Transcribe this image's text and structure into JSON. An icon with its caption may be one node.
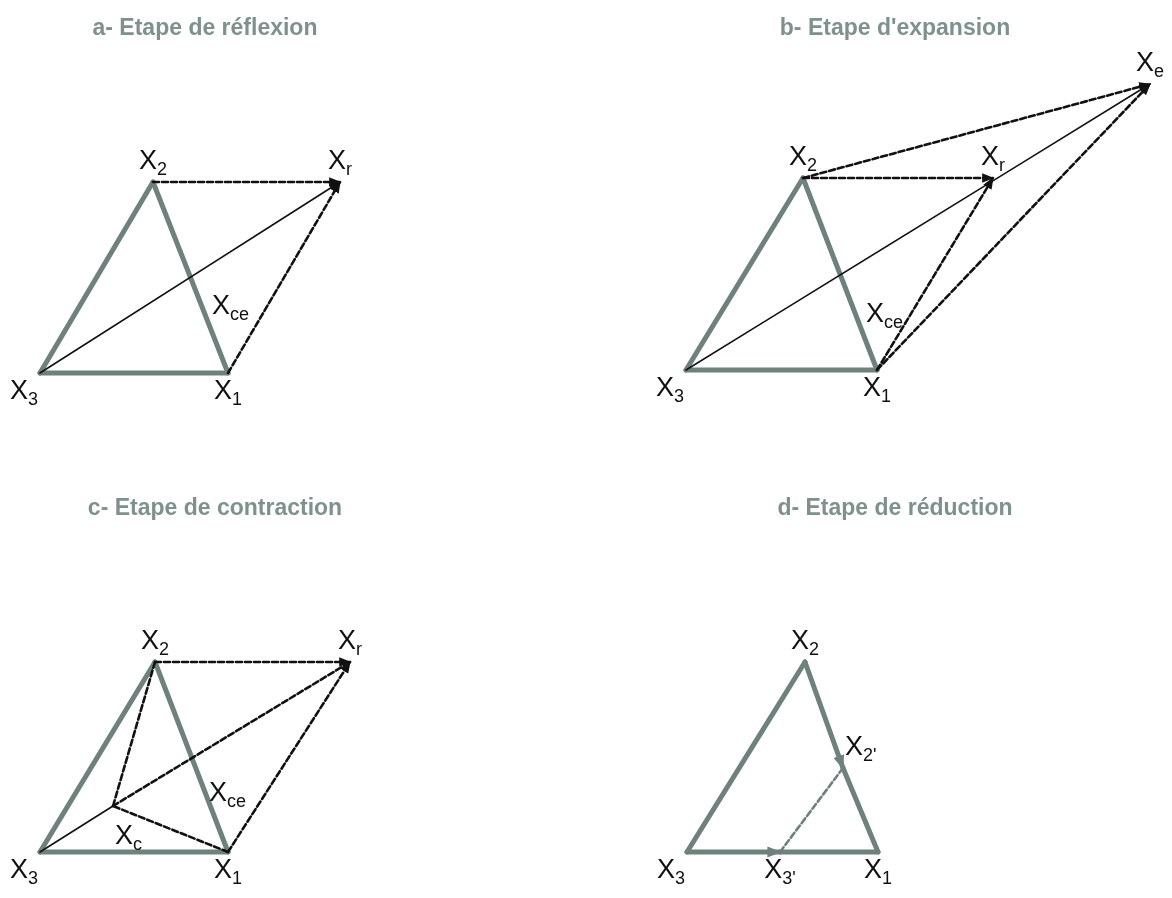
{
  "diagram": {
    "nodes": [
      {
        "text": [
          "X$_{2}$"
        ]
      },
      {
        "text": [
          "X$_{r}$"
        ]
      },
      {
        "text": [
          "X$_{ce}$"
        ]
      },
      {
        "text": [
          "X$_{3}$"
        ]
      },
      {
        "text": [
          "X$_{1}$"
        ]
      },
      {
        "text": [
          "X$_{e}$"
        ]
      },
      {
        "text": [
          "X$_{2}$"
        ]
      },
      {
        "text": [
          "X$_{r}$"
        ]
      },
      {
        "text": [
          "X$_{ce}$"
        ]
      },
      {
        "text": [
          "X$_{3}$"
        ]
      },
      {
        "text": [
          "X$_{1}$"
        ]
      },
      {
        "text": [
          "X$_{2}$"
        ]
      },
      {
        "text": [
          "X$_{r}$"
        ]
      },
      {
        "text": [
          "X$_{ce}$"
        ]
      },
      {
        "text": [
          "X$_{c}$"
        ]
      },
      {
        "text": [
          "X$_{3}$"
        ]
      },
      {
        "text": [
          "X$_{1}$"
        ]
      },
      {
        "text": [
          "X$_{2}$"
        ]
      },
      {
        "text": [
          "X$_{2'}$"
        ]
      },
      {
        "text": [
          "X$_{3}$"
        ]
      },
      {
        "text": [
          "X$_{3'}$"
        ]
      },
      {
        "text": [
          "X$_{1}$"
        ]
      }
    ],
    "edges": [
      {
        "from": 0,
        "to": 3,
        "arrow": "none",
        "style": "thick",
        "color": "#6f817d"
      },
      {
        "from": 3,
        "to": 4,
        "arrow": "none",
        "style": "thick",
        "color": "#6f817d"
      },
      {
        "from": 4,
        "to": 0,
        "arrow": "none",
        "style": "thick",
        "color": "#6f817d"
      },
      {
        "from": 3,
        "to": 1,
        "arrow": "to",
        "color": "#111111"
      },
      {
        "from": 0,
        "to": 1,
        "arrow": "to",
        "style": "dashed",
        "color": "#111111"
      },
      {
        "from": 4,
        "to": 1,
        "arrow": "to",
        "style": "dashed",
        "color": "#111111"
      },
      {
        "from": 6,
        "to": 9,
        "arrow": "none",
        "style": "thick",
        "color": "#6f817d"
      },
      {
        "from": 9,
        "to": 10,
        "arrow": "none",
        "style": "thick",
        "color": "#6f817d"
      },
      {
        "from": 10,
        "to": 6,
        "arrow": "none",
        "style": "thick",
        "color": "#6f817d"
      },
      {
        "from": 9,
        "to": 5,
        "arrow": "to",
        "color": "#111111"
      },
      {
        "from": 6,
        "to": 7,
        "arrow": "to",
        "style": "dashed",
        "color": "#111111"
      },
      {
        "from": 10,
        "to": 7,
        "arrow": "to",
        "style": "dashed",
        "color": "#111111"
      },
      {
        "from": 6,
        "to": 5,
        "arrow": "to",
        "style": "dashed",
        "color": "#111111"
      },
      {
        "from": 10,
        "to": 5,
        "arrow": "to",
        "style": "dashed",
        "color": "#111111"
      },
      {
        "from": 11,
        "to": 15,
        "arrow": "none",
        "style": "thick",
        "color": "#6f817d"
      },
      {
        "from": 15,
        "to": 16,
        "arrow": "none",
        "style": "thick",
        "color": "#6f817d"
      },
      {
        "from": 16,
        "to": 11,
        "arrow": "none",
        "style": "thick",
        "color": "#6f817d"
      },
      {
        "from": 11,
        "to": 12,
        "arrow": "to",
        "style": "dashed",
        "color": "#111111"
      },
      {
        "from": 16,
        "to": 12,
        "arrow": "to",
        "style": "dashed",
        "color": "#111111"
      },
      {
        "from": 14,
        "to": 12,
        "arrow": "none",
        "style": "dashed",
        "color": "#111111"
      },
      {
        "from": 15,
        "to": 14,
        "arrow": "none",
        "color": "#111111"
      },
      {
        "from": 11,
        "to": 14,
        "arrow": "none",
        "style": "dashed",
        "color": "#111111"
      },
      {
        "from": 16,
        "to": 14,
        "arrow": "none",
        "style": "dashed",
        "color": "#111111"
      },
      {
        "from": 17,
        "to": 19,
        "arrow": "none",
        "style": "thick",
        "color": "#6f817d"
      },
      {
        "from": 19,
        "to": 20,
        "arrow": "to",
        "style": "thick",
        "color": "#6f817d"
      },
      {
        "from": 20,
        "to": 21,
        "arrow": "none",
        "style": "thick",
        "color": "#6f817d"
      },
      {
        "from": 17,
        "to": 18,
        "arrow": "to",
        "style": "thick",
        "color": "#6f817d"
      },
      {
        "from": 18,
        "to": 21,
        "arrow": "none",
        "style": "thick",
        "color": "#6f817d"
      },
      {
        "from": 20,
        "to": 18,
        "arrow": "none",
        "style": "dashed",
        "color": "#6f817d"
      }
    ],
    "labels": [
      "a- Etape de réflexion",
      "b- Etape d'expansion",
      "c- Etape de contraction",
      "d- Etape de réduction"
    ]
  }
}
